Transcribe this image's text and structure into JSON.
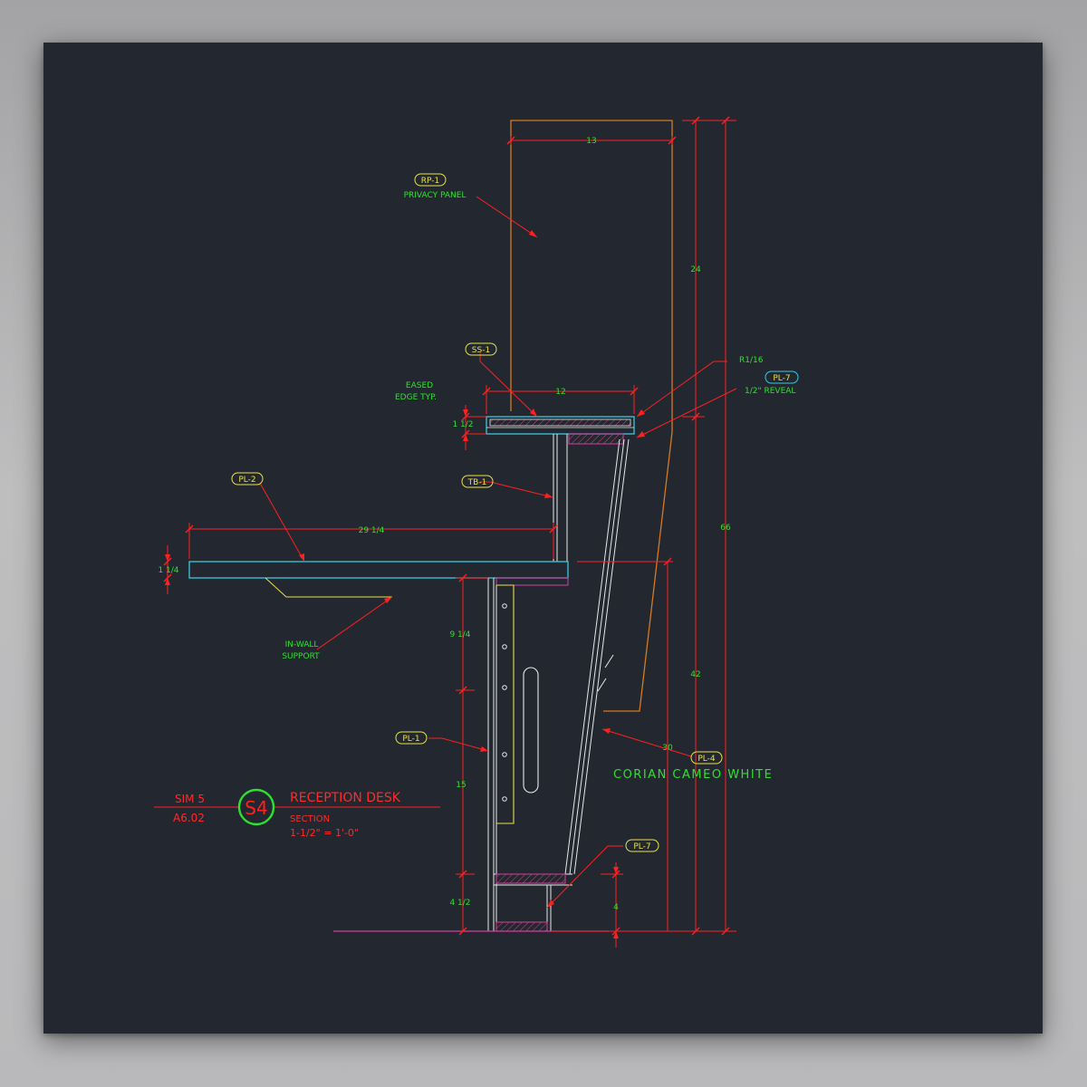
{
  "colors": {
    "background": "#232830",
    "dimension": "#ff2020",
    "text_green": "#2fe02f",
    "tag_yellow": "#e8e04a",
    "tag_cyan": "#38c8e0",
    "panel_orange": "#d67a1e",
    "wood_white": "#e8e8e8",
    "blocking_magenta": "#d040a0"
  },
  "tags": {
    "rp1": "RP-1",
    "ss1": "SS-1",
    "pl7_top": "PL-7",
    "pl2": "PL-2",
    "tb1": "TB-1",
    "pl1": "PL-1",
    "pl4": "PL-4",
    "pl7_bottom": "PL-7"
  },
  "notes": {
    "privacy_panel": "PRIVACY PANEL",
    "eased_1": "EASED",
    "eased_2": "EDGE TYP.",
    "radius": "R1/16",
    "reveal": "1/2\" REVEAL",
    "in_wall_1": "IN-WALL",
    "in_wall_2": "SUPPORT",
    "corian": "CORIAN CAMEO WHITE"
  },
  "dimensions": {
    "d13": "13",
    "d24": "24",
    "d12": "12",
    "d1_1_2": "1 1/2",
    "d29_1_4": "29 1/4",
    "d1_1_4": "1 1/4",
    "d66": "66",
    "d9_1_4": "9 1/4",
    "d42": "42",
    "d30": "30",
    "d15": "15",
    "d4_1_2": "4 1/2",
    "d4": "4"
  },
  "title_block": {
    "sim": "SIM 5",
    "sheet": "A6.02",
    "bubble": "S4",
    "title": "RECEPTION DESK",
    "subtitle": "SECTION",
    "scale": "1-1/2\" = 1'-0\""
  }
}
